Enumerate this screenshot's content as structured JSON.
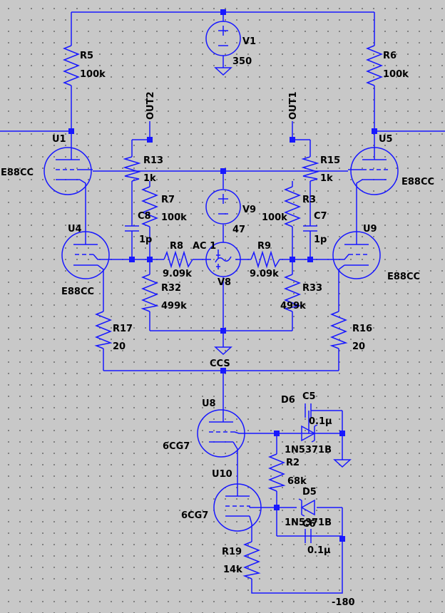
{
  "source": {
    "name": "V1",
    "value": "350"
  },
  "bias_source": {
    "name": "V9",
    "value": "47"
  },
  "ac_source": {
    "name": "V8",
    "spec": "AC 1"
  },
  "tubes": {
    "u1": {
      "ref": "U1",
      "type": "E88CC"
    },
    "u4": {
      "ref": "U4",
      "type": "E88CC"
    },
    "u5": {
      "ref": "U5",
      "type": "E88CC"
    },
    "u9": {
      "ref": "U9",
      "type": "E88CC"
    },
    "u8": {
      "ref": "U8",
      "type": "6CG7"
    },
    "u10": {
      "ref": "U10",
      "type": "6CG7"
    }
  },
  "resistors": {
    "r5": {
      "ref": "R5",
      "value": "100k"
    },
    "r6": {
      "ref": "R6",
      "value": "100k"
    },
    "r13": {
      "ref": "R13",
      "value": "1k"
    },
    "r15": {
      "ref": "R15",
      "value": "1k"
    },
    "r7": {
      "ref": "R7",
      "value": "100k"
    },
    "r3": {
      "ref": "R3",
      "value": "100k"
    },
    "r8": {
      "ref": "R8",
      "value": "9.09k"
    },
    "r9": {
      "ref": "R9",
      "value": "9.09k"
    },
    "r32": {
      "ref": "R32",
      "value": "499k"
    },
    "r33": {
      "ref": "R33",
      "value": "499k"
    },
    "r17": {
      "ref": "R17",
      "value": "20"
    },
    "r16": {
      "ref": "R16",
      "value": "20"
    },
    "r2": {
      "ref": "R2",
      "value": "68k"
    },
    "r19": {
      "ref": "R19",
      "value": "14k"
    }
  },
  "capacitors": {
    "c8": {
      "ref": "C8",
      "value": "1p"
    },
    "c7": {
      "ref": "C7",
      "value": "1p"
    },
    "c5": {
      "ref": "C5",
      "value": "0.1µ"
    },
    "c6": {
      "ref": "C6",
      "value": "0.1µ"
    }
  },
  "diodes": {
    "d6": {
      "ref": "D6",
      "model": "1N5371B"
    },
    "d5": {
      "ref": "D5",
      "model": "1N5371B"
    }
  },
  "nets": {
    "out1": "OUT1",
    "out2": "OUT2",
    "ccs": "CCS",
    "neg": "-180"
  },
  "colors": {
    "wire": "#1818ff",
    "background": "#c8c8c8",
    "grid_dot": "#6e6e6e",
    "text": "#000000"
  }
}
